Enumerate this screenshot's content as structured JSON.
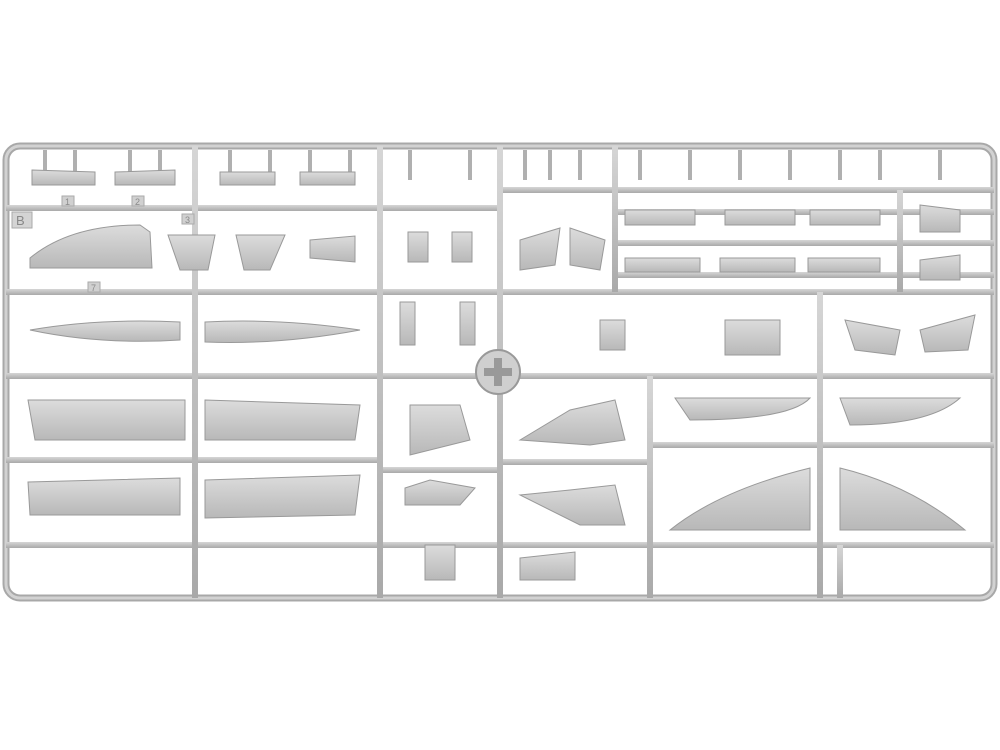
{
  "sprue": {
    "letter": "B",
    "part_numbers": [
      "1",
      "2",
      "3",
      "7"
    ],
    "colors": {
      "background": "#ffffff",
      "plastic": "#c9c9c9",
      "runner": "#bdbdbd",
      "runner_edge": "#9a9a9a",
      "part_shade": "#b5b5b5"
    }
  }
}
